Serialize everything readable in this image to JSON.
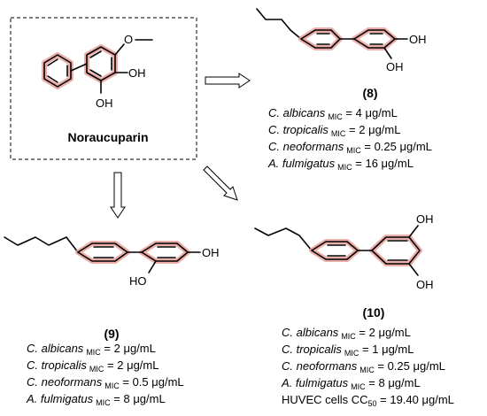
{
  "colors": {
    "ring_highlight": "#e8a09a",
    "bond": "#000000",
    "text": "#000000"
  },
  "noraucuparin": {
    "name": "Noraucuparin",
    "substituents": {
      "methoxy": "O",
      "hydroxyl_1": "OH",
      "hydroxyl_2": "OH"
    }
  },
  "compounds": [
    {
      "id": "(8)",
      "substituents": [
        "OH",
        "OH"
      ],
      "activities": [
        {
          "organism": "C. albicans",
          "sub": "MIC",
          "rest": " = 4 μg/mL"
        },
        {
          "organism": "C. tropicalis",
          "sub": "MIC",
          "rest": " = 2 μg/mL"
        },
        {
          "organism": "C. neoformans",
          "sub": "MIC",
          "rest": " = 0.25 μg/mL"
        },
        {
          "organism": "A. fulmigatus",
          "sub": "MIC",
          "rest": " = 16 μg/mL"
        }
      ]
    },
    {
      "id": "(9)",
      "substituents": [
        "OH",
        "HO"
      ],
      "activities": [
        {
          "organism": "C. albicans",
          "sub": "MIC",
          "rest": " = 2 μg/mL"
        },
        {
          "organism": "C. tropicalis",
          "sub": "MIC",
          "rest": " = 2 μg/mL"
        },
        {
          "organism": "C. neoformans",
          "sub": "MIC",
          "rest": " = 0.5 μg/mL"
        },
        {
          "organism": "A. fulmigatus",
          "sub": "MIC",
          "rest": " = 8 μg/mL"
        }
      ]
    },
    {
      "id": "(10)",
      "substituents": [
        "OH",
        "OH"
      ],
      "activities": [
        {
          "organism": "C. albicans",
          "sub": "MIC",
          "rest": " = 2 μg/mL"
        },
        {
          "organism": "C. tropicalis",
          "sub": "MIC",
          "rest": " = 1 μg/mL"
        },
        {
          "organism": "C. neoformans",
          "sub": "MIC",
          "rest": " = 0.25 μg/mL"
        },
        {
          "organism": "A. fulmigatus",
          "sub": "MIC",
          "rest": " = 8 μg/mL"
        }
      ],
      "extra": {
        "prefix": "HUVEC cells CC",
        "sub": "50",
        "rest": " = 19.40 μg/mL"
      }
    }
  ],
  "arrows": [
    {
      "name": "arrow-to-compound-8",
      "direction": "right"
    },
    {
      "name": "arrow-to-compound-9",
      "direction": "down"
    },
    {
      "name": "arrow-to-compound-10",
      "direction": "diagonal"
    }
  ]
}
